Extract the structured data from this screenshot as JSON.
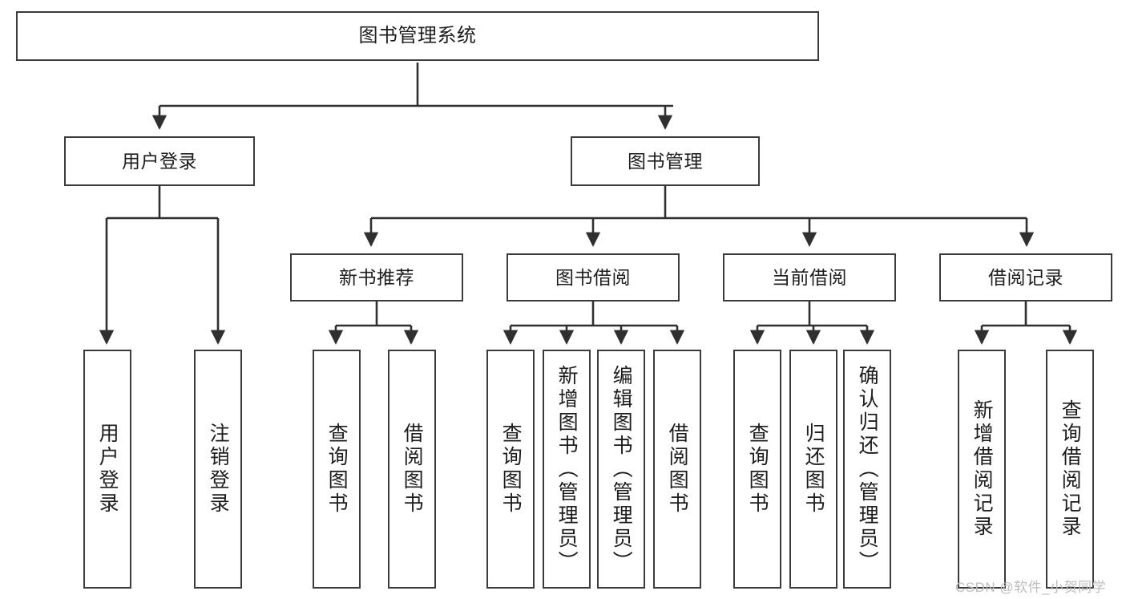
{
  "diagram": {
    "title": "图书管理系统",
    "type": "hierarchy-tree",
    "colors": {
      "box_border": "#3b3b3b",
      "box_fill": "#ffffff",
      "edge": "#2f2f2f",
      "text": "#1d1d1d",
      "watermark": "#bdbdbd"
    },
    "nodes": {
      "root": {
        "label": "图书管理系统"
      },
      "level2": [
        {
          "id": "user-login",
          "label": "用户登录"
        },
        {
          "id": "book-manage",
          "label": "图书管理"
        }
      ],
      "level3": [
        {
          "id": "new-book-recommend",
          "label": "新书推荐"
        },
        {
          "id": "book-borrow",
          "label": "图书借阅"
        },
        {
          "id": "current-borrow",
          "label": "当前借阅"
        },
        {
          "id": "borrow-record",
          "label": "借阅记录"
        }
      ],
      "leaves": {
        "user-login": [
          {
            "id": "leaf-user-login",
            "label": "用户登录"
          },
          {
            "id": "leaf-logout",
            "label": "注销登录"
          }
        ],
        "new-book-recommend": [
          {
            "id": "leaf-query-book-1",
            "label": "查询图书"
          },
          {
            "id": "leaf-borrow-book-1",
            "label": "借阅图书"
          }
        ],
        "book-borrow": [
          {
            "id": "leaf-query-book-2",
            "label": "查询图书"
          },
          {
            "id": "leaf-add-book",
            "label": "新增图书（管理员）"
          },
          {
            "id": "leaf-edit-book",
            "label": "编辑图书（管理员）"
          },
          {
            "id": "leaf-borrow-book-2",
            "label": "借阅图书"
          }
        ],
        "current-borrow": [
          {
            "id": "leaf-query-book-3",
            "label": "查询图书"
          },
          {
            "id": "leaf-return-book",
            "label": "归还图书"
          },
          {
            "id": "leaf-confirm-return",
            "label": "确认归还（管理员）"
          }
        ],
        "borrow-record": [
          {
            "id": "leaf-add-record",
            "label": "新增借阅记录"
          },
          {
            "id": "leaf-query-record",
            "label": "查询借阅记录"
          }
        ]
      }
    },
    "watermark": "CSDN @软件_小贺同学"
  }
}
